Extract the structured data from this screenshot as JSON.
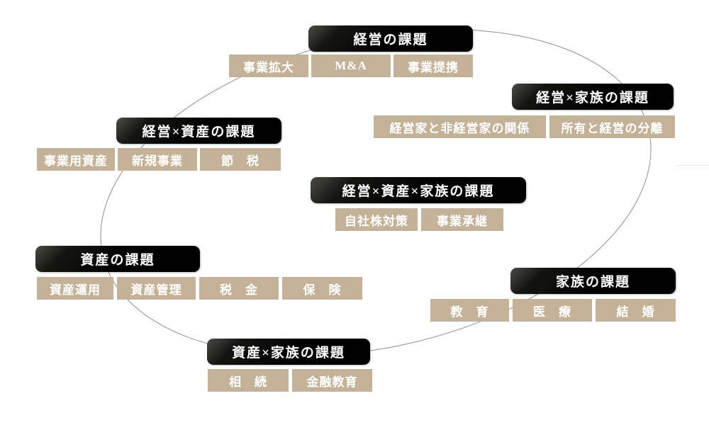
{
  "page": {
    "background_color": "#ffffff",
    "ellipse_color": "#8f8f8f",
    "header_bg_color": "#000000",
    "item_bg_color": "#c4b298",
    "text_color": "#ffffff"
  },
  "diagram": {
    "groups": [
      {
        "name": "management",
        "title": "経営の課題",
        "items": [
          "事業拡大",
          "M&A",
          "事業提携"
        ]
      },
      {
        "name": "management-family",
        "title": "経営×家族の課題",
        "items": [
          "経営家と非経営家の関係",
          "所有と経営の分離"
        ]
      },
      {
        "name": "management-asset",
        "title": "経営×資産の課題",
        "items": [
          "事業用資産",
          "新規事業",
          "節　税"
        ]
      },
      {
        "name": "management-asset-family",
        "title": "経営×資産×家族の課題",
        "items": [
          "自社株対策",
          "事業承継"
        ]
      },
      {
        "name": "asset",
        "title": "資産の課題",
        "items": [
          "資産運用",
          "資産管理",
          "税　金",
          "保　険"
        ]
      },
      {
        "name": "family",
        "title": "家族の課題",
        "items": [
          "教　育",
          "医　療",
          "結　婚"
        ]
      },
      {
        "name": "asset-family",
        "title": "資産×家族の課題",
        "items": [
          "相　続",
          "金融教育"
        ]
      }
    ]
  }
}
